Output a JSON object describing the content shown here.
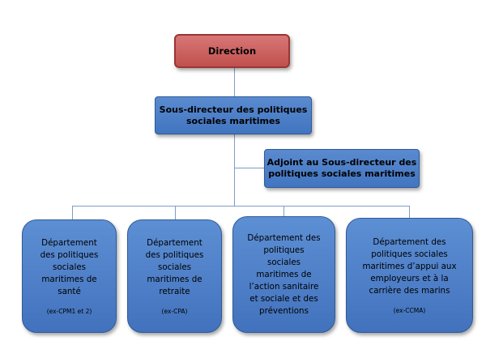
{
  "direction": "Direction",
  "sous_directeur": {
    "line1": "Sous-directeur des politiques",
    "line2": "sociales maritimes"
  },
  "adjoint": {
    "line1": "Adjoint au Sous-directeur des",
    "line2": "politiques sociales maritimes"
  },
  "departments": [
    {
      "lines": [
        "Département",
        "des politiques",
        "sociales",
        "maritimes de",
        "santé"
      ],
      "sub": "(ex-CPM1 et 2)"
    },
    {
      "lines": [
        "Département",
        "des politiques",
        "sociales",
        "maritimes de",
        "retraite"
      ],
      "sub": "(ex-CPA)"
    },
    {
      "lines": [
        "Département des",
        "politiques",
        "sociales",
        "maritimes de",
        "l’action sanitaire",
        "et sociale et des",
        "préventions"
      ],
      "sub": ""
    },
    {
      "lines": [
        "Département des",
        "politiques sociales",
        "maritimes d’appui aux",
        "employeurs et à la",
        "carrière des marins"
      ],
      "sub": "(ex-CCMA)"
    }
  ],
  "colors": {
    "direction_fill": "#c0504d",
    "box_fill": "#4f81bd",
    "connector": "#7e9cc8"
  }
}
